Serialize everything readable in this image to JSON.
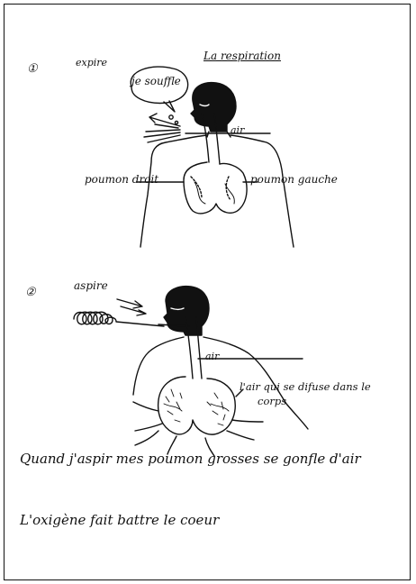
{
  "page": {
    "title": "La respiration",
    "panel1": {
      "number": "①",
      "caption": "expire",
      "speech": "je souffle",
      "air_label": "air",
      "right_lung_label": "poumon droit",
      "left_lung_label": "poumon gauche"
    },
    "panel2": {
      "number": "②",
      "caption": "aspire",
      "air_label": "air",
      "diffusion_line1": "l'air qui se difuse dans le",
      "diffusion_line2": "corps"
    },
    "sentence1": "Quand j'aspir mes poumon grosses se gonfle d'air",
    "sentence2": "L'oxigène fait battre le coeur"
  },
  "colors": {
    "ink": "#111111",
    "paper": "#ffffff"
  }
}
